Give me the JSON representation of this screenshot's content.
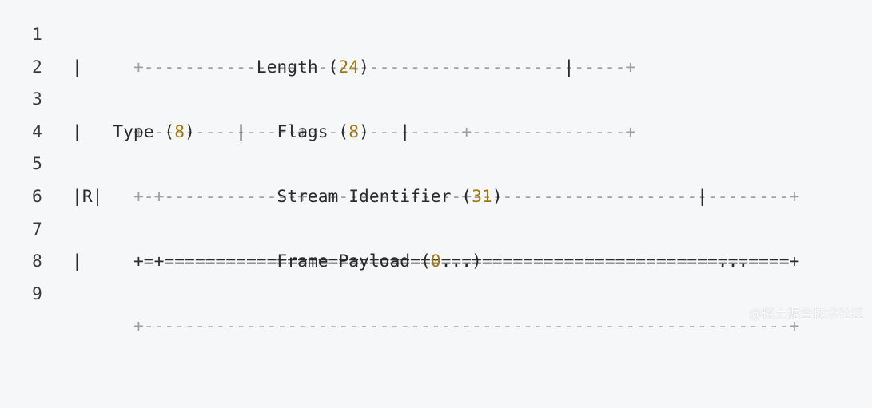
{
  "lines": [
    {
      "number": "1",
      "segments": [
        {
          "text": "+-----------------------------------------------+",
          "kind": "dash"
        }
      ]
    },
    {
      "number": "2",
      "segments": [
        {
          "text": "|                 Length (",
          "kind": "text"
        },
        {
          "text": "24",
          "kind": "num"
        },
        {
          "text": ")                   |",
          "kind": "text"
        }
      ]
    },
    {
      "number": "3",
      "segments": [
        {
          "text": "+---------------+---------------+---------------+",
          "kind": "dash"
        }
      ]
    },
    {
      "number": "4",
      "segments": [
        {
          "text": "|   Type (",
          "kind": "text"
        },
        {
          "text": "8",
          "kind": "num"
        },
        {
          "text": ")    |   Flags (",
          "kind": "text"
        },
        {
          "text": "8",
          "kind": "num"
        },
        {
          "text": ")   |",
          "kind": "text"
        }
      ]
    },
    {
      "number": "5",
      "segments": [
        {
          "text": "+-+-------------+---------------+-------------------------------+",
          "kind": "dash"
        }
      ]
    },
    {
      "number": "6",
      "segments": [
        {
          "text": "|R|                 Stream Identifier (",
          "kind": "text"
        },
        {
          "text": "31",
          "kind": "num"
        },
        {
          "text": ")                   |",
          "kind": "text"
        }
      ]
    },
    {
      "number": "7",
      "segments": [
        {
          "text": "+=+=============================================================+",
          "kind": "text"
        }
      ]
    },
    {
      "number": "8",
      "segments": [
        {
          "text": "|                   Frame Payload (",
          "kind": "text"
        },
        {
          "text": "0",
          "kind": "num"
        },
        {
          "text": "...)                       ...",
          "kind": "text"
        }
      ]
    },
    {
      "number": "9",
      "segments": [
        {
          "text": "+---------------------------------------------------------------+",
          "kind": "dash"
        }
      ]
    }
  ],
  "watermark": "@稀土掘金技术社区"
}
